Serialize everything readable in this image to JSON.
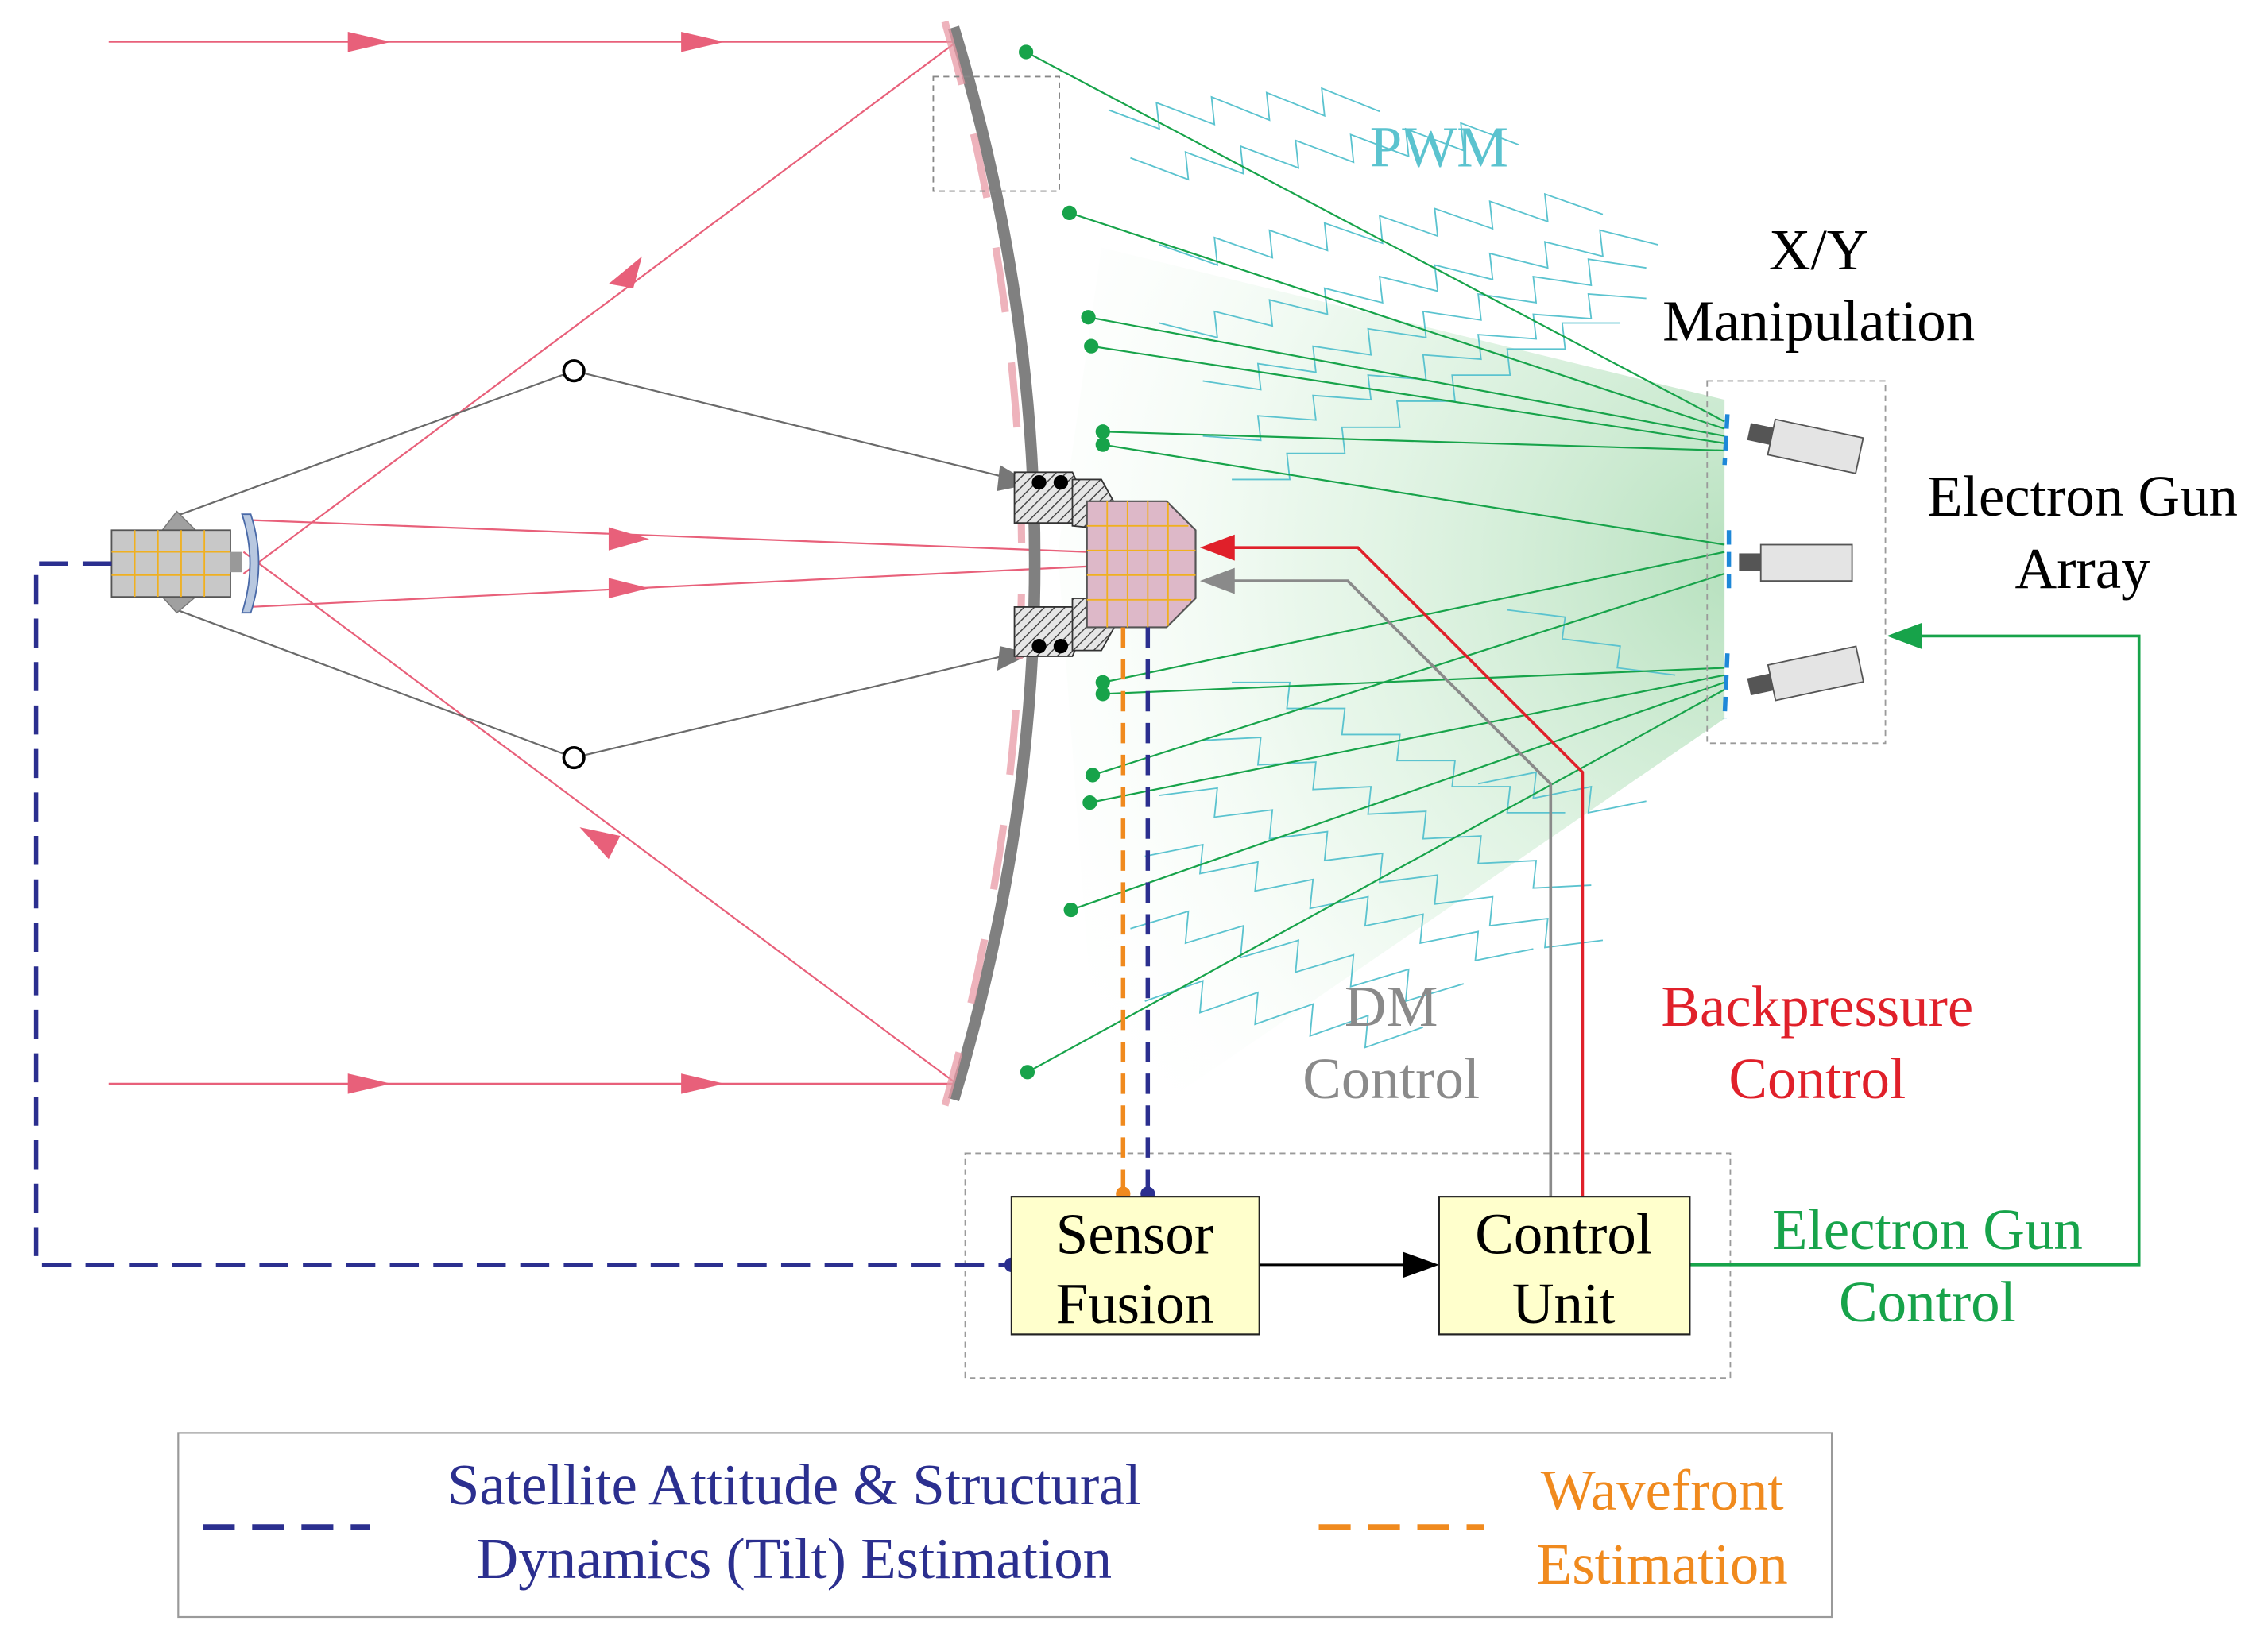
{
  "colors": {
    "ray": "#e8607a",
    "gray_line": "#6a6a6a",
    "green": "#17a34a",
    "red": "#e0202a",
    "gray_ctrl": "#8a8a8a",
    "navy": "#2b2f8f",
    "orange": "#f08a1e",
    "pwm": "#5bc3cf",
    "box_fill": "#ffffcc",
    "sensor_fill": "#ddb8c8",
    "sensor_grid": "#f0b020"
  },
  "labels": {
    "pwm": "PWM",
    "xy_line1": "X/Y",
    "xy_line2": "Manipulation",
    "egun_array_line1": "Electron Gun",
    "egun_array_line2": "Array",
    "dm_line1": "DM",
    "dm_line2": "Control",
    "backpressure_line1": "Backpressure",
    "backpressure_line2": "Control",
    "egun_ctrl_line1": "Electron Gun",
    "egun_ctrl_line2": "Control"
  },
  "boxes": {
    "sensor_line1": "Sensor",
    "sensor_line2": "Fusion",
    "control_line1": "Control",
    "control_line2": "Unit"
  },
  "legend": {
    "item1_line1": "Satellite Attitude & Structural",
    "item1_line2": "Dynamics (Tilt) Estimation",
    "item2_line1": "Wavefront",
    "item2_line2": "Estimation"
  },
  "icons": {
    "electron_gun": "electron-gun-icon",
    "detector": "detector-grid-icon",
    "mirror": "deformable-mirror-icon"
  }
}
